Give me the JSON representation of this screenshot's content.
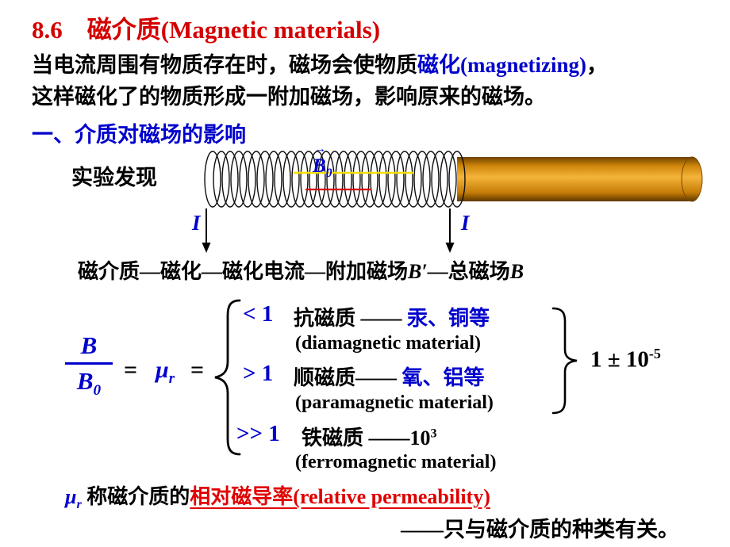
{
  "slide": {
    "title": "8.6　磁介质(Magnetic materials)",
    "intro_line1_black": "当电流周围有物质存在时，磁场会使物质",
    "intro_line1_blue": "磁化(magnetizing)",
    "intro_line1_tail": "，",
    "intro_line2": "这样磁化了的物质形成一附加磁场，影响原来的磁场。",
    "section_heading": "一、介质对磁场的影响",
    "experiment_label": "实验发现"
  },
  "diagram": {
    "vector_arrow": "→",
    "field_label": "B",
    "field_label_sub": "0",
    "current_left": "I",
    "current_right": "I"
  },
  "chain": {
    "part1": "磁介质—磁化—磁化电流—附加磁场",
    "b_prime": "B′",
    "part2": "—总磁场",
    "b": "B"
  },
  "formula": {
    "numerator": "B",
    "denominator_base": "B",
    "denominator_sub": "0",
    "eq1": "=",
    "mu": "μ",
    "mu_sub": "r",
    "eq2": "=",
    "cases": [
      {
        "cond": "< 1",
        "label": "抗磁质 —— ",
        "examples": "汞、铜等",
        "english": "(diamagnetic material)"
      },
      {
        "cond": "> 1",
        "label": "顺磁质—— ",
        "examples": "氧、铝等",
        "english": "(paramagnetic material)"
      },
      {
        "cond": ">> 1",
        "label": "铁磁质 ——",
        "value_base": "10",
        "value_exp": "3",
        "english": "(ferromagnetic material)"
      }
    ],
    "range_base": "1 ± 10",
    "range_exp": "-5"
  },
  "footer": {
    "mu": "μ",
    "mu_sub": "r",
    "black_text": " 称磁介质的",
    "red_text": "相对磁导率(relative permeability)",
    "last_line": "——只与磁介质的种类有关。"
  },
  "colors": {
    "title_red": "#d40000",
    "accent_blue": "#0000cc",
    "emphasis_red": "#e00000",
    "rod_orange": "#e89a10",
    "field_line_yellow": "#f0e000"
  }
}
